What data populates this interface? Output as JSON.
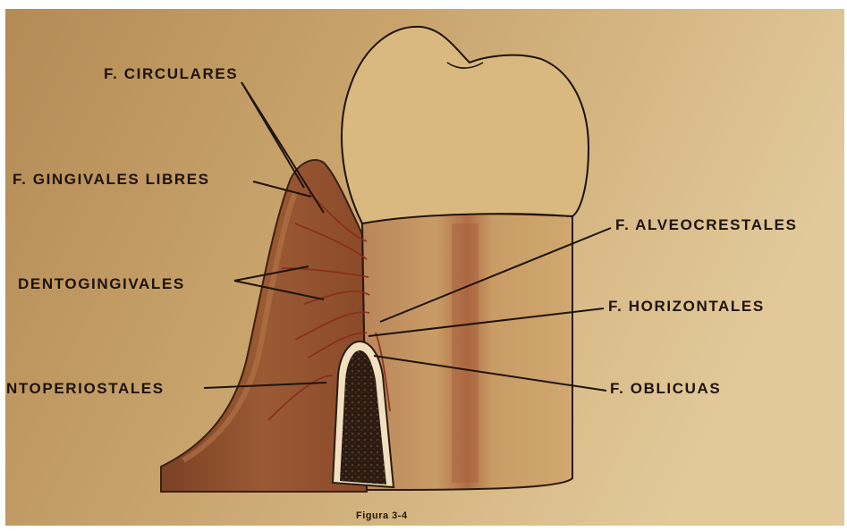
{
  "labels": {
    "circulares": "F. CIRCULARES",
    "gingivales_libres": "F. GINGIVALES LIBRES",
    "dentogingivales": "DENTOGINGIVALES",
    "dentoperiostales": "NTOPERIOSTALES",
    "alveocrestales": "F. ALVEOCRESTALES",
    "horizontales": "F. HORIZONTALES",
    "oblicuas": "F. OBLICUAS"
  },
  "caption": "Figura 3-4",
  "colors": {
    "background": "#c9a56c",
    "crown": "#d6b57b",
    "root": "#c49661",
    "gingiva": "#8a4f2b",
    "gingiva_light": "#a9653a",
    "bone": "#2a1a12",
    "fiber": "#7a2e1c",
    "ink": "#1e130c"
  }
}
